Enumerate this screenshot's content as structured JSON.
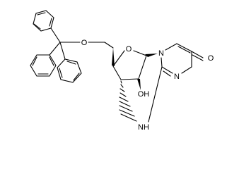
{
  "structure": {
    "atom_labels": {
      "ether_oxygen": "O",
      "ring_oxygen": "O",
      "n1": "N",
      "n3": "N",
      "carbonyl_oxygen": "O",
      "hydroxyl": "OH",
      "bridge_nh": "NH"
    },
    "colors": {
      "ink": "#000000",
      "background": "#ffffff"
    }
  }
}
